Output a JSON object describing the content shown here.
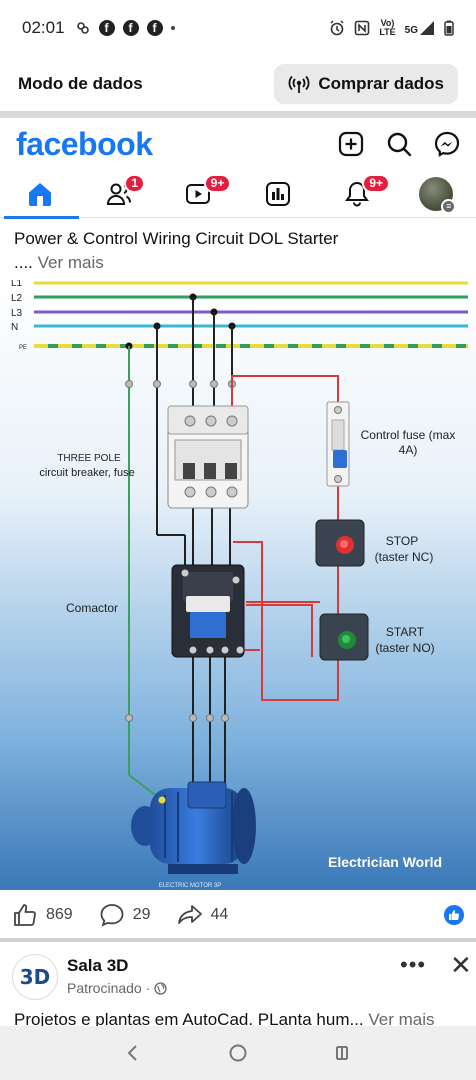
{
  "status_bar": {
    "time": "02:01",
    "network_top": "Vo)",
    "network_bottom": "LTE",
    "network_gen": "5G"
  },
  "data_mode": {
    "title": "Modo de dados",
    "buy_label": "Comprar dados"
  },
  "app": {
    "logo": "facebook",
    "tabs": [
      {
        "name": "home",
        "badge": ""
      },
      {
        "name": "friends",
        "badge": "1"
      },
      {
        "name": "video",
        "badge": "9+"
      },
      {
        "name": "dashboard",
        "badge": ""
      },
      {
        "name": "notifications",
        "badge": "9+"
      },
      {
        "name": "profile",
        "badge": ""
      }
    ]
  },
  "post": {
    "title": "Power & Control Wiring Circuit DOL Starter",
    "ellipsis": "....",
    "see_more": "Ver mais",
    "diagram": {
      "lines": [
        "L1",
        "L2",
        "L3",
        "N",
        "PE"
      ],
      "breaker_label": "THREE POLE\ncircuit breaker, fuse",
      "breaker_line1": "THREE POLE",
      "breaker_line2": "circuit breaker, fuse",
      "contactor_label": "Comactor",
      "fuse_line1": "Control fuse (max",
      "fuse_line2": "4A)",
      "stop_line1": "STOP",
      "stop_line2": "(taster NC)",
      "start_line1": "START",
      "start_line2": "(taster NO)",
      "watermark": "Electrician World",
      "motor_label": "ELECTRIC MOTOR 3P"
    },
    "reactions": {
      "likes": "869",
      "comments": "29",
      "shares": "44"
    }
  },
  "sponsored": {
    "name": "Sala 3D",
    "subtitle": "Patrocinado ·",
    "logo_text": "3D",
    "text": "Projetos e plantas em AutoCad. PLanta hum...",
    "see_more": "Ver mais"
  },
  "colors": {
    "brand": "#1877f2",
    "badge": "#e41e3f",
    "wire_yellow": "#e6dc3a",
    "wire_green": "#2e9e5b",
    "wire_purple": "#7a5bc7",
    "wire_cyan": "#39b7d4",
    "control_red": "#d63a3a"
  }
}
